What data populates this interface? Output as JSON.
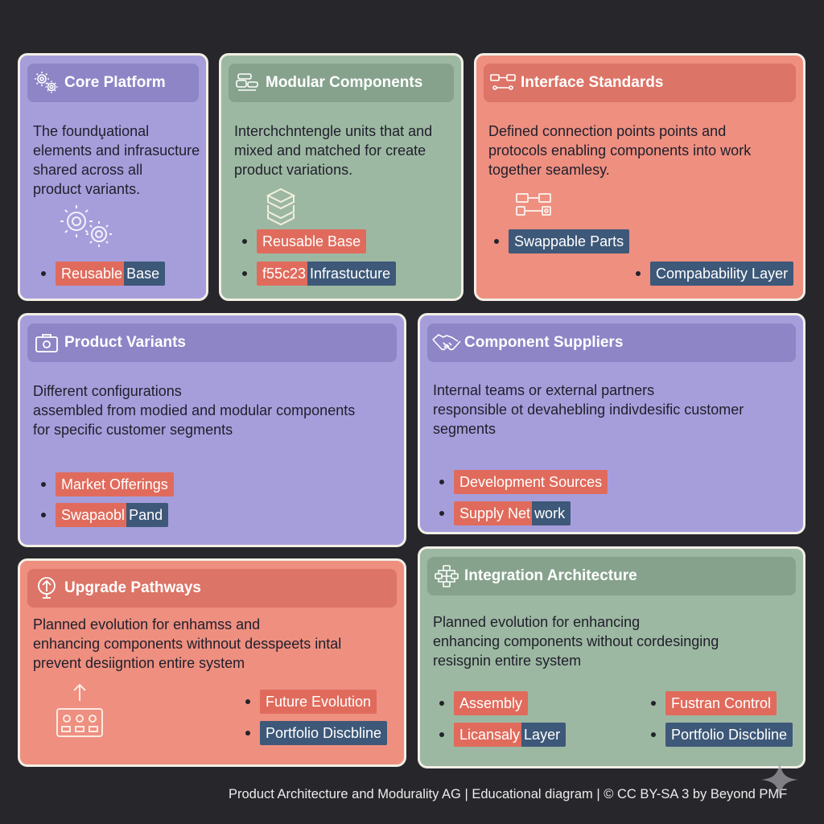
{
  "cards": {
    "core": {
      "title": "Core Platform",
      "desc": [
        "The foundu̧ational",
        "elements and infrasucture",
        "shared across all",
        "product variants."
      ],
      "tags": [
        {
          "a": "Reusable",
          "b": "Base"
        }
      ],
      "icon": "gears-icon"
    },
    "modular": {
      "title": "Modular Components",
      "desc": [
        "Interchchntengle units that and",
        "mixed and matched for create",
        "product variations."
      ],
      "tags": [
        {
          "a": "Reusable Base"
        },
        {
          "a": "f55c23",
          "b": "Infrastucture"
        }
      ],
      "icon": "stacked-blocks-icon"
    },
    "interface": {
      "title": "Interface Standards",
      "desc": [
        "Defined connection points points and",
        "protocols enabling components into work",
        "together seamlesy."
      ],
      "tags": [
        {
          "b": "Swappable Parts"
        },
        {
          "b": "Compabability Layer"
        }
      ],
      "icon": "connector-icon"
    },
    "variants": {
      "title": "Product Variants",
      "desc": [
        "Different configurations",
        "assembled from modied and modular components",
        "for specific customer segments"
      ],
      "tags": [
        {
          "a": "Market Offerings"
        },
        {
          "a": "Swapaobl",
          "b": "Pand"
        }
      ],
      "icon": "camera-box-icon"
    },
    "suppliers": {
      "title": "Component Suppliers",
      "desc": [
        "Internal teams or external partners",
        "responsible ot devahebling indivdesific customer",
        "segments"
      ],
      "tags": [
        {
          "a": "Development Sources"
        },
        {
          "a": "Supply Net",
          "b": "work"
        }
      ],
      "icon": "handshake-icon"
    },
    "upgrade": {
      "title": "Upgrade Pathways",
      "desc": [
        "Planned evolution for enhamss and",
        "enhancing components withnout desspeets intal",
        "prevent desiigntion entire system"
      ],
      "tags": [
        {
          "a": "Future Evolution"
        },
        {
          "b": "Portfolio Discbline"
        }
      ],
      "icon": "upgrade-arrow-icon"
    },
    "integration": {
      "title": "Integration Architecture",
      "desc": [
        "Planned evolution for enhancing",
        "enhancing components without cordesinging",
        "resisgnin entire system"
      ],
      "tags": [
        {
          "a": "Assembly"
        },
        {
          "a": "Licansaly",
          "b": "Layer"
        },
        {
          "a": "Fustran Control"
        },
        {
          "b": "Portfolio Discbline"
        }
      ],
      "icon": "network-icon"
    }
  },
  "footer": "Product Architecture and Modurality AG | Educational diagram | © CC BY-SA 3 by Beyond PMF",
  "colors": {
    "background": "#26262b",
    "purple": "#a69edb",
    "green": "#9db8a2",
    "coral": "#ee8f80",
    "tag_red": "#e06b5c",
    "tag_blue": "#3d5878",
    "border": "#f3efe6"
  }
}
